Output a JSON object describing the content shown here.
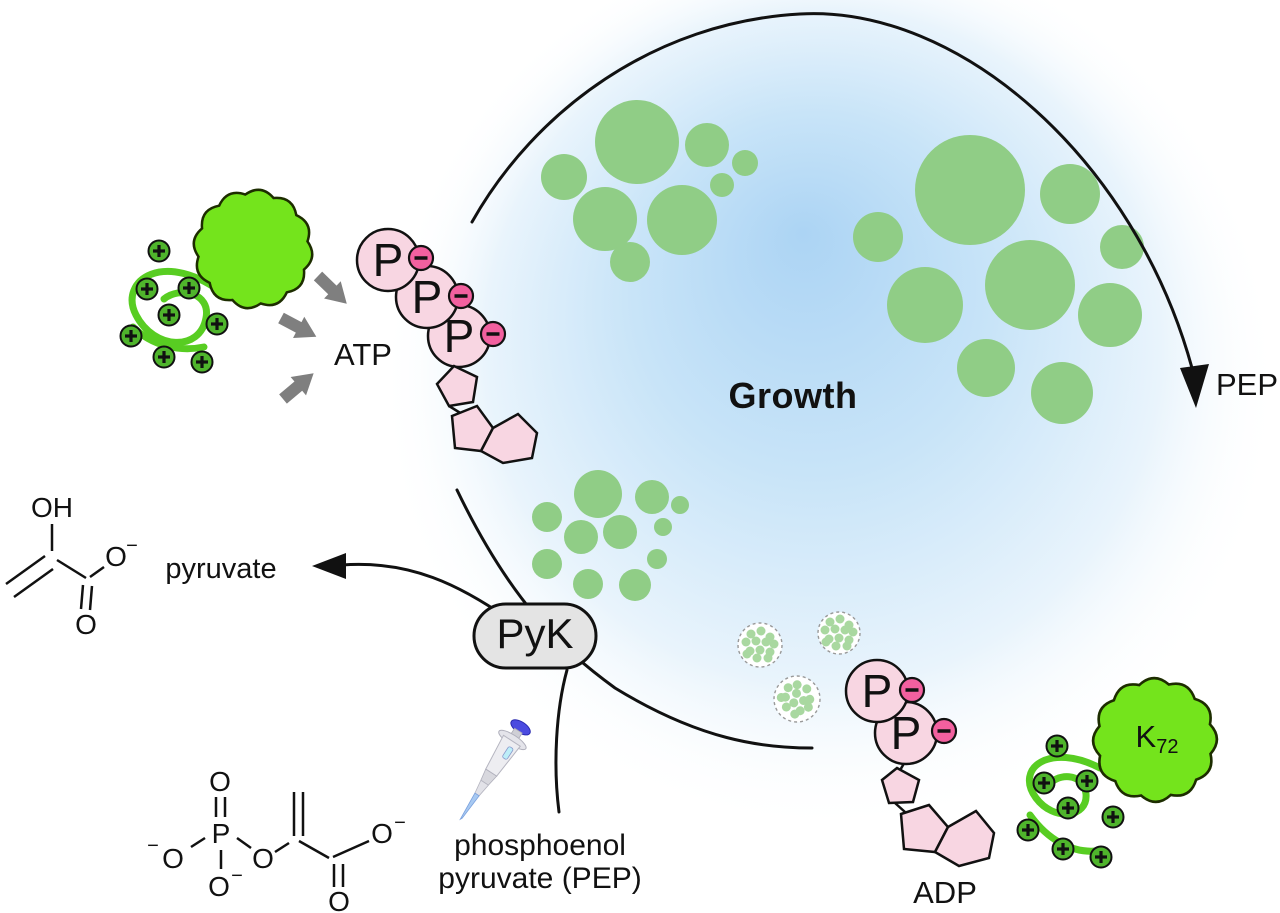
{
  "diagram": {
    "center_label": "Growth",
    "cycle": {
      "atp_label": "ATP",
      "pep_label": "PEP",
      "pyruvate_label": "pyruvate",
      "enzyme_label": "PyK",
      "substrate_label_line1": "phosphoenol",
      "substrate_label_line2": "pyruvate (PEP)",
      "adp_label": "ADP"
    },
    "protein": {
      "k_letter": "K",
      "k_subscript": "72"
    },
    "phosphate_letter": "P",
    "atp_phosphate_count": 3,
    "adp_phosphate_count": 2,
    "positive_charge_count_left": 8,
    "positive_charge_count_right": 8
  },
  "chemistry": {
    "atoms": {
      "oh": "OH",
      "o": "O",
      "p": "P",
      "minus": "−"
    }
  },
  "colors": {
    "cell_blue": "#acd4f4",
    "condensate_green": "#90cd86",
    "condensate_dot_green": "#a9d8a0",
    "protein_green": "#74e41c",
    "charge_green": "#4fb42c",
    "squiggle_green": "#58cd22",
    "phosphate_pink": "#f8d6e2",
    "charge_pink": "#f2609f",
    "enzyme_gray": "#e4e4e4",
    "arrow_gray": "#7f7f7f",
    "ink": "#111111"
  }
}
